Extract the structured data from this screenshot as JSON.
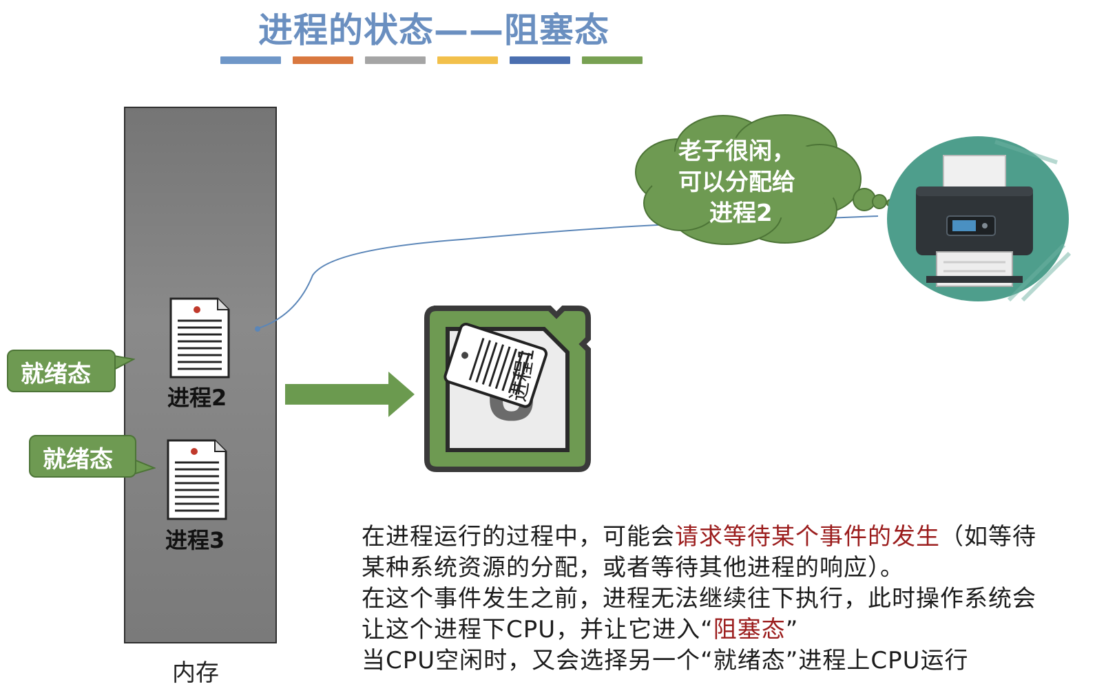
{
  "slide": {
    "title": "进程的状态——阻塞态",
    "stripe_colors": [
      "#6f97c8",
      "#d9783f",
      "#a5a5a5",
      "#f2c04b",
      "#4b6fb0",
      "#78a152"
    ]
  },
  "memory": {
    "label": "内存",
    "processes": [
      {
        "label": "进程2",
        "state": "就绪态"
      },
      {
        "label": "进程3",
        "state": "就绪态"
      }
    ]
  },
  "cpu": {
    "running_process_label": "进程1"
  },
  "printer": {
    "thought_lines": [
      "老子很闲，",
      "可以分配给",
      "进程2"
    ]
  },
  "description": {
    "line1_a": "在进程运行的过程中，可能会",
    "line1_red": "请求等待某个事件的发生",
    "line1_b": "（如等待",
    "line2": "某种系统资源的分配，或者等待其他进程的响应）。",
    "line3": "在这个事件发生之前，进程无法继续往下执行，此时操作系统会",
    "line4_a": "让这个进程下CPU，并让它进入“",
    "line4_red": "阻塞态",
    "line4_b": "”",
    "line5": "当CPU空闲时，又会选择另一个“就绪态”进程上CPU运行"
  },
  "colors": {
    "title": "#6a8fc0",
    "memory_fill": "#808080",
    "callout_green": "#6e9a52",
    "arrow_green": "#6b9a4f",
    "cloud_green": "#6e9a52",
    "printer_circle": "#4e9e8c",
    "emphasis_red": "#9b1c1c",
    "link_line": "#5b86b8"
  },
  "icons": [
    "document-icon",
    "cpu-chip-icon",
    "printer-icon",
    "thought-cloud-icon",
    "right-arrow-icon"
  ]
}
